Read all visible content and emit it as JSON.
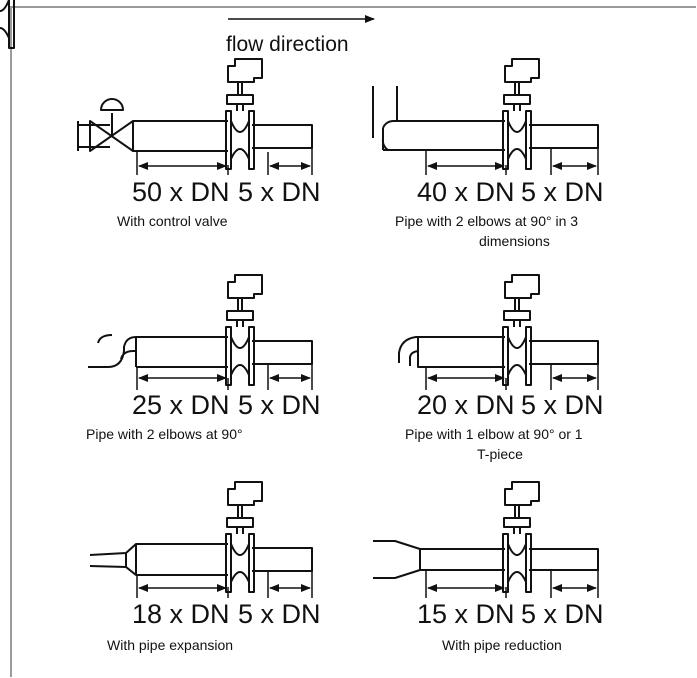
{
  "flow_label": "flow direction",
  "panels": [
    {
      "id": "control-valve",
      "upstream": "50 x DN",
      "downstream": "5 x DN",
      "caption": [
        "With control valve"
      ]
    },
    {
      "id": "two-elbows-3d",
      "upstream": "40 x DN",
      "downstream": "5 x DN",
      "caption": [
        "Pipe with 2 elbows at 90° in 3",
        "dimensions"
      ]
    },
    {
      "id": "two-elbows",
      "upstream": "25 x DN",
      "downstream": "5 x DN",
      "caption": [
        "Pipe with 2 elbows at 90°"
      ]
    },
    {
      "id": "one-elbow",
      "upstream": "20 x DN",
      "downstream": "5 x DN",
      "caption": [
        "Pipe with 1 elbow at 90° or 1",
        "T-piece"
      ]
    },
    {
      "id": "expansion",
      "upstream": "18 x DN",
      "downstream": "5 x DN",
      "caption": [
        "With pipe expansion"
      ]
    },
    {
      "id": "reduction",
      "upstream": "15 x DN",
      "downstream": "5 x DN",
      "caption": [
        "With pipe reduction"
      ]
    }
  ]
}
